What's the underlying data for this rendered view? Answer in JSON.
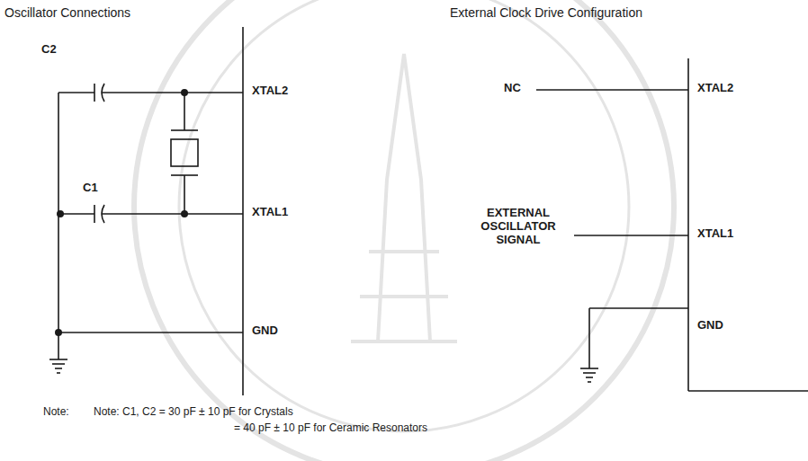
{
  "diagram": {
    "labels": [
      "Oscillator Connections",
      "External Clock Drive Configuration",
      "C2",
      "XTAL2",
      "C1",
      "XTAL1",
      "GND",
      "NC",
      "XTAL2",
      "EXTERNAL OSCILLATOR SIGNAL",
      "XTAL1",
      "GND",
      "Note:",
      "Note: C1, C2 = 30 pF ± 10 pF for Crystals",
      "= 40 pF ± 10 pF for Ceramic Resonators"
    ]
  }
}
